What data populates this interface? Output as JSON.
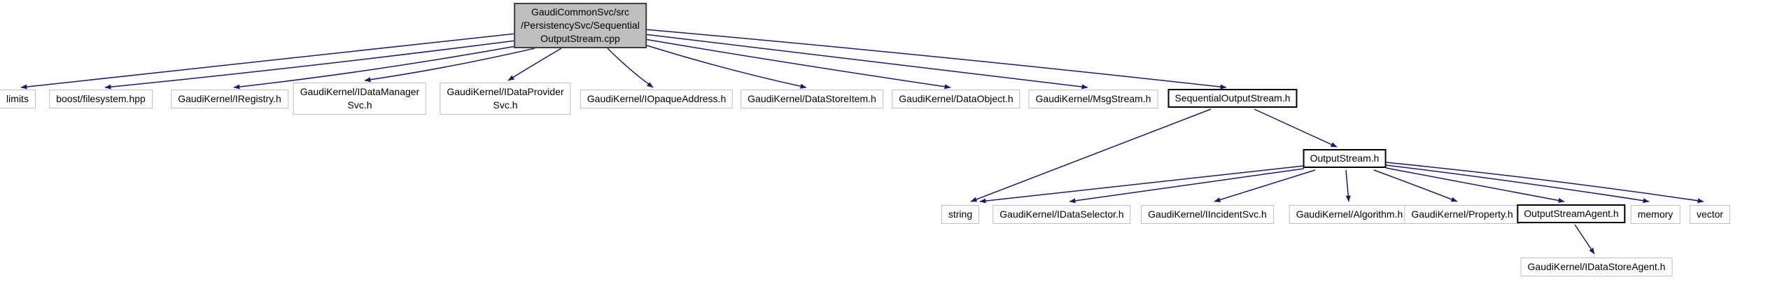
{
  "diagram": {
    "type": "include-dependency-graph",
    "colors": {
      "edge": "#191970",
      "root_fill": "#bfbfbf",
      "leaf_border": "#bdbdbd",
      "link_border": "#000000",
      "background": "#ffffff"
    },
    "root": {
      "id": "root",
      "label": "GaudiCommonSvc/src/PersistencySvc/SequentialOutputStream.cpp",
      "lines": [
        "GaudiCommonSvc/src",
        "/PersistencySvc/Sequential",
        "OutputStream.cpp"
      ]
    },
    "nodes": {
      "limits": {
        "label": "limits",
        "linked": false
      },
      "boost_filesystem": {
        "label": "boost/filesystem.hpp",
        "linked": false
      },
      "iregistry": {
        "label": "GaudiKernel/IRegistry.h",
        "linked": false
      },
      "idatamanagersvc": {
        "label": "GaudiKernel/IDataManagerSvc.h",
        "lines": [
          "GaudiKernel/IDataManager",
          "Svc.h"
        ],
        "linked": false
      },
      "idataprovidersvc": {
        "label": "GaudiKernel/IDataProviderSvc.h",
        "lines": [
          "GaudiKernel/IDataProvider",
          "Svc.h"
        ],
        "linked": false
      },
      "iopaqueaddress": {
        "label": "GaudiKernel/IOpaqueAddress.h",
        "linked": false
      },
      "datastoreitem": {
        "label": "GaudiKernel/DataStoreItem.h",
        "linked": false
      },
      "dataobject": {
        "label": "GaudiKernel/DataObject.h",
        "linked": false
      },
      "msgstream": {
        "label": "GaudiKernel/MsgStream.h",
        "linked": false
      },
      "sequentialoutputstream": {
        "label": "SequentialOutputStream.h",
        "linked": true
      },
      "outputstream": {
        "label": "OutputStream.h",
        "linked": true
      },
      "string": {
        "label": "string",
        "linked": false
      },
      "idataselector": {
        "label": "GaudiKernel/IDataSelector.h",
        "linked": false
      },
      "iincidentsvc": {
        "label": "GaudiKernel/IIncidentSvc.h",
        "linked": false
      },
      "algorithm": {
        "label": "GaudiKernel/Algorithm.h",
        "linked": false
      },
      "property": {
        "label": "GaudiKernel/Property.h",
        "linked": false
      },
      "outputstreamagent": {
        "label": "OutputStreamAgent.h",
        "linked": true
      },
      "memory": {
        "label": "memory",
        "linked": false
      },
      "vector": {
        "label": "vector",
        "linked": false
      },
      "idatastoreagent": {
        "label": "GaudiKernel/IDataStoreAgent.h",
        "linked": false
      }
    },
    "edges": [
      [
        "root",
        "limits"
      ],
      [
        "root",
        "boost_filesystem"
      ],
      [
        "root",
        "iregistry"
      ],
      [
        "root",
        "idatamanagersvc"
      ],
      [
        "root",
        "idataprovidersvc"
      ],
      [
        "root",
        "iopaqueaddress"
      ],
      [
        "root",
        "datastoreitem"
      ],
      [
        "root",
        "dataobject"
      ],
      [
        "root",
        "msgstream"
      ],
      [
        "root",
        "sequentialoutputstream"
      ],
      [
        "sequentialoutputstream",
        "string"
      ],
      [
        "sequentialoutputstream",
        "outputstream"
      ],
      [
        "outputstream",
        "string"
      ],
      [
        "outputstream",
        "idataselector"
      ],
      [
        "outputstream",
        "iincidentsvc"
      ],
      [
        "outputstream",
        "algorithm"
      ],
      [
        "outputstream",
        "property"
      ],
      [
        "outputstream",
        "outputstreamagent"
      ],
      [
        "outputstream",
        "memory"
      ],
      [
        "outputstream",
        "vector"
      ],
      [
        "outputstreamagent",
        "idatastoreagent"
      ]
    ]
  }
}
